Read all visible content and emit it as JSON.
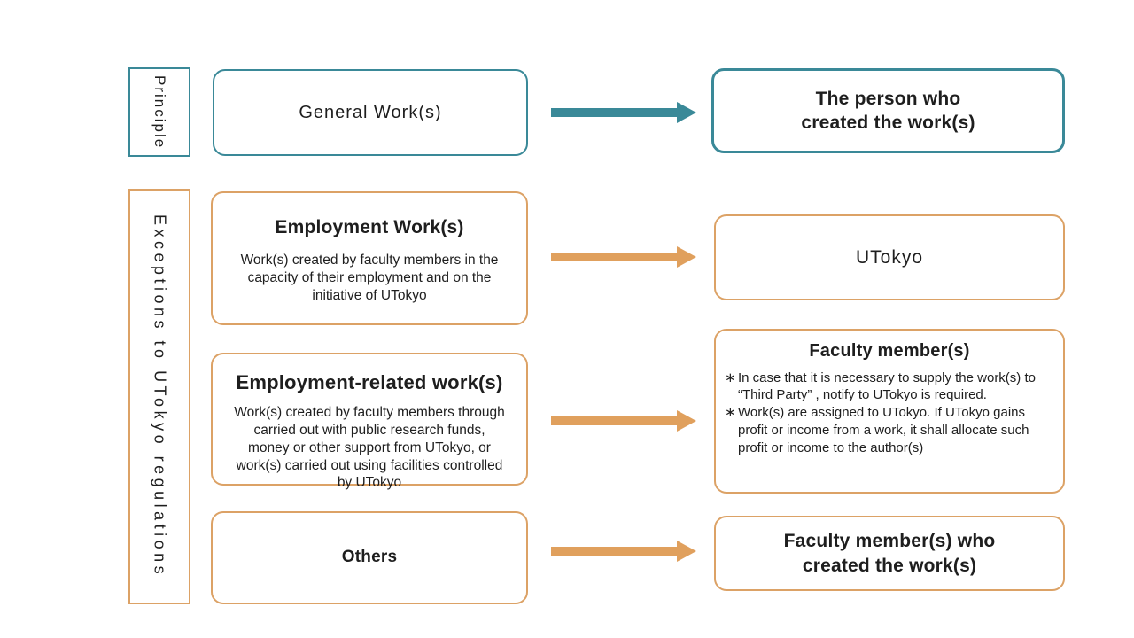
{
  "colors": {
    "teal": "#3A8998",
    "orange": "#E0A05D",
    "orange-border": "#DCA266",
    "text": "#1E1E1E"
  },
  "rails": {
    "principle": "Principle",
    "exceptions": "Exceptions to UTokyo regulations"
  },
  "principle": {
    "source": "General Work(s)",
    "result_line1": "The person who",
    "result_line2": "created the work(s)"
  },
  "exceptions": [
    {
      "source_title": "Employment Work(s)",
      "source_body": "Work(s) created by faculty members in the capacity of their employment and on the initiative of UTokyo",
      "result_title": "UTokyo"
    },
    {
      "source_title": "Employment-related work(s)",
      "source_body": "Work(s) created by faculty members through carried out with public research funds, money or other support from UTokyo, or work(s) carried out using facilities controlled by UTokyo",
      "result_title": "Faculty member(s)",
      "note_marker": "∗",
      "result_notes": [
        "In case that it is necessary to supply the work(s) to “Third Party” , notify to UTokyo is required.",
        "Work(s) are assigned to UTokyo. If UTokyo gains profit or income from a work, it shall allocate such profit or income to the author(s)"
      ]
    },
    {
      "source_title": "Others",
      "result_line1": "Faculty member(s) who",
      "result_line2": "created the work(s)"
    }
  ]
}
